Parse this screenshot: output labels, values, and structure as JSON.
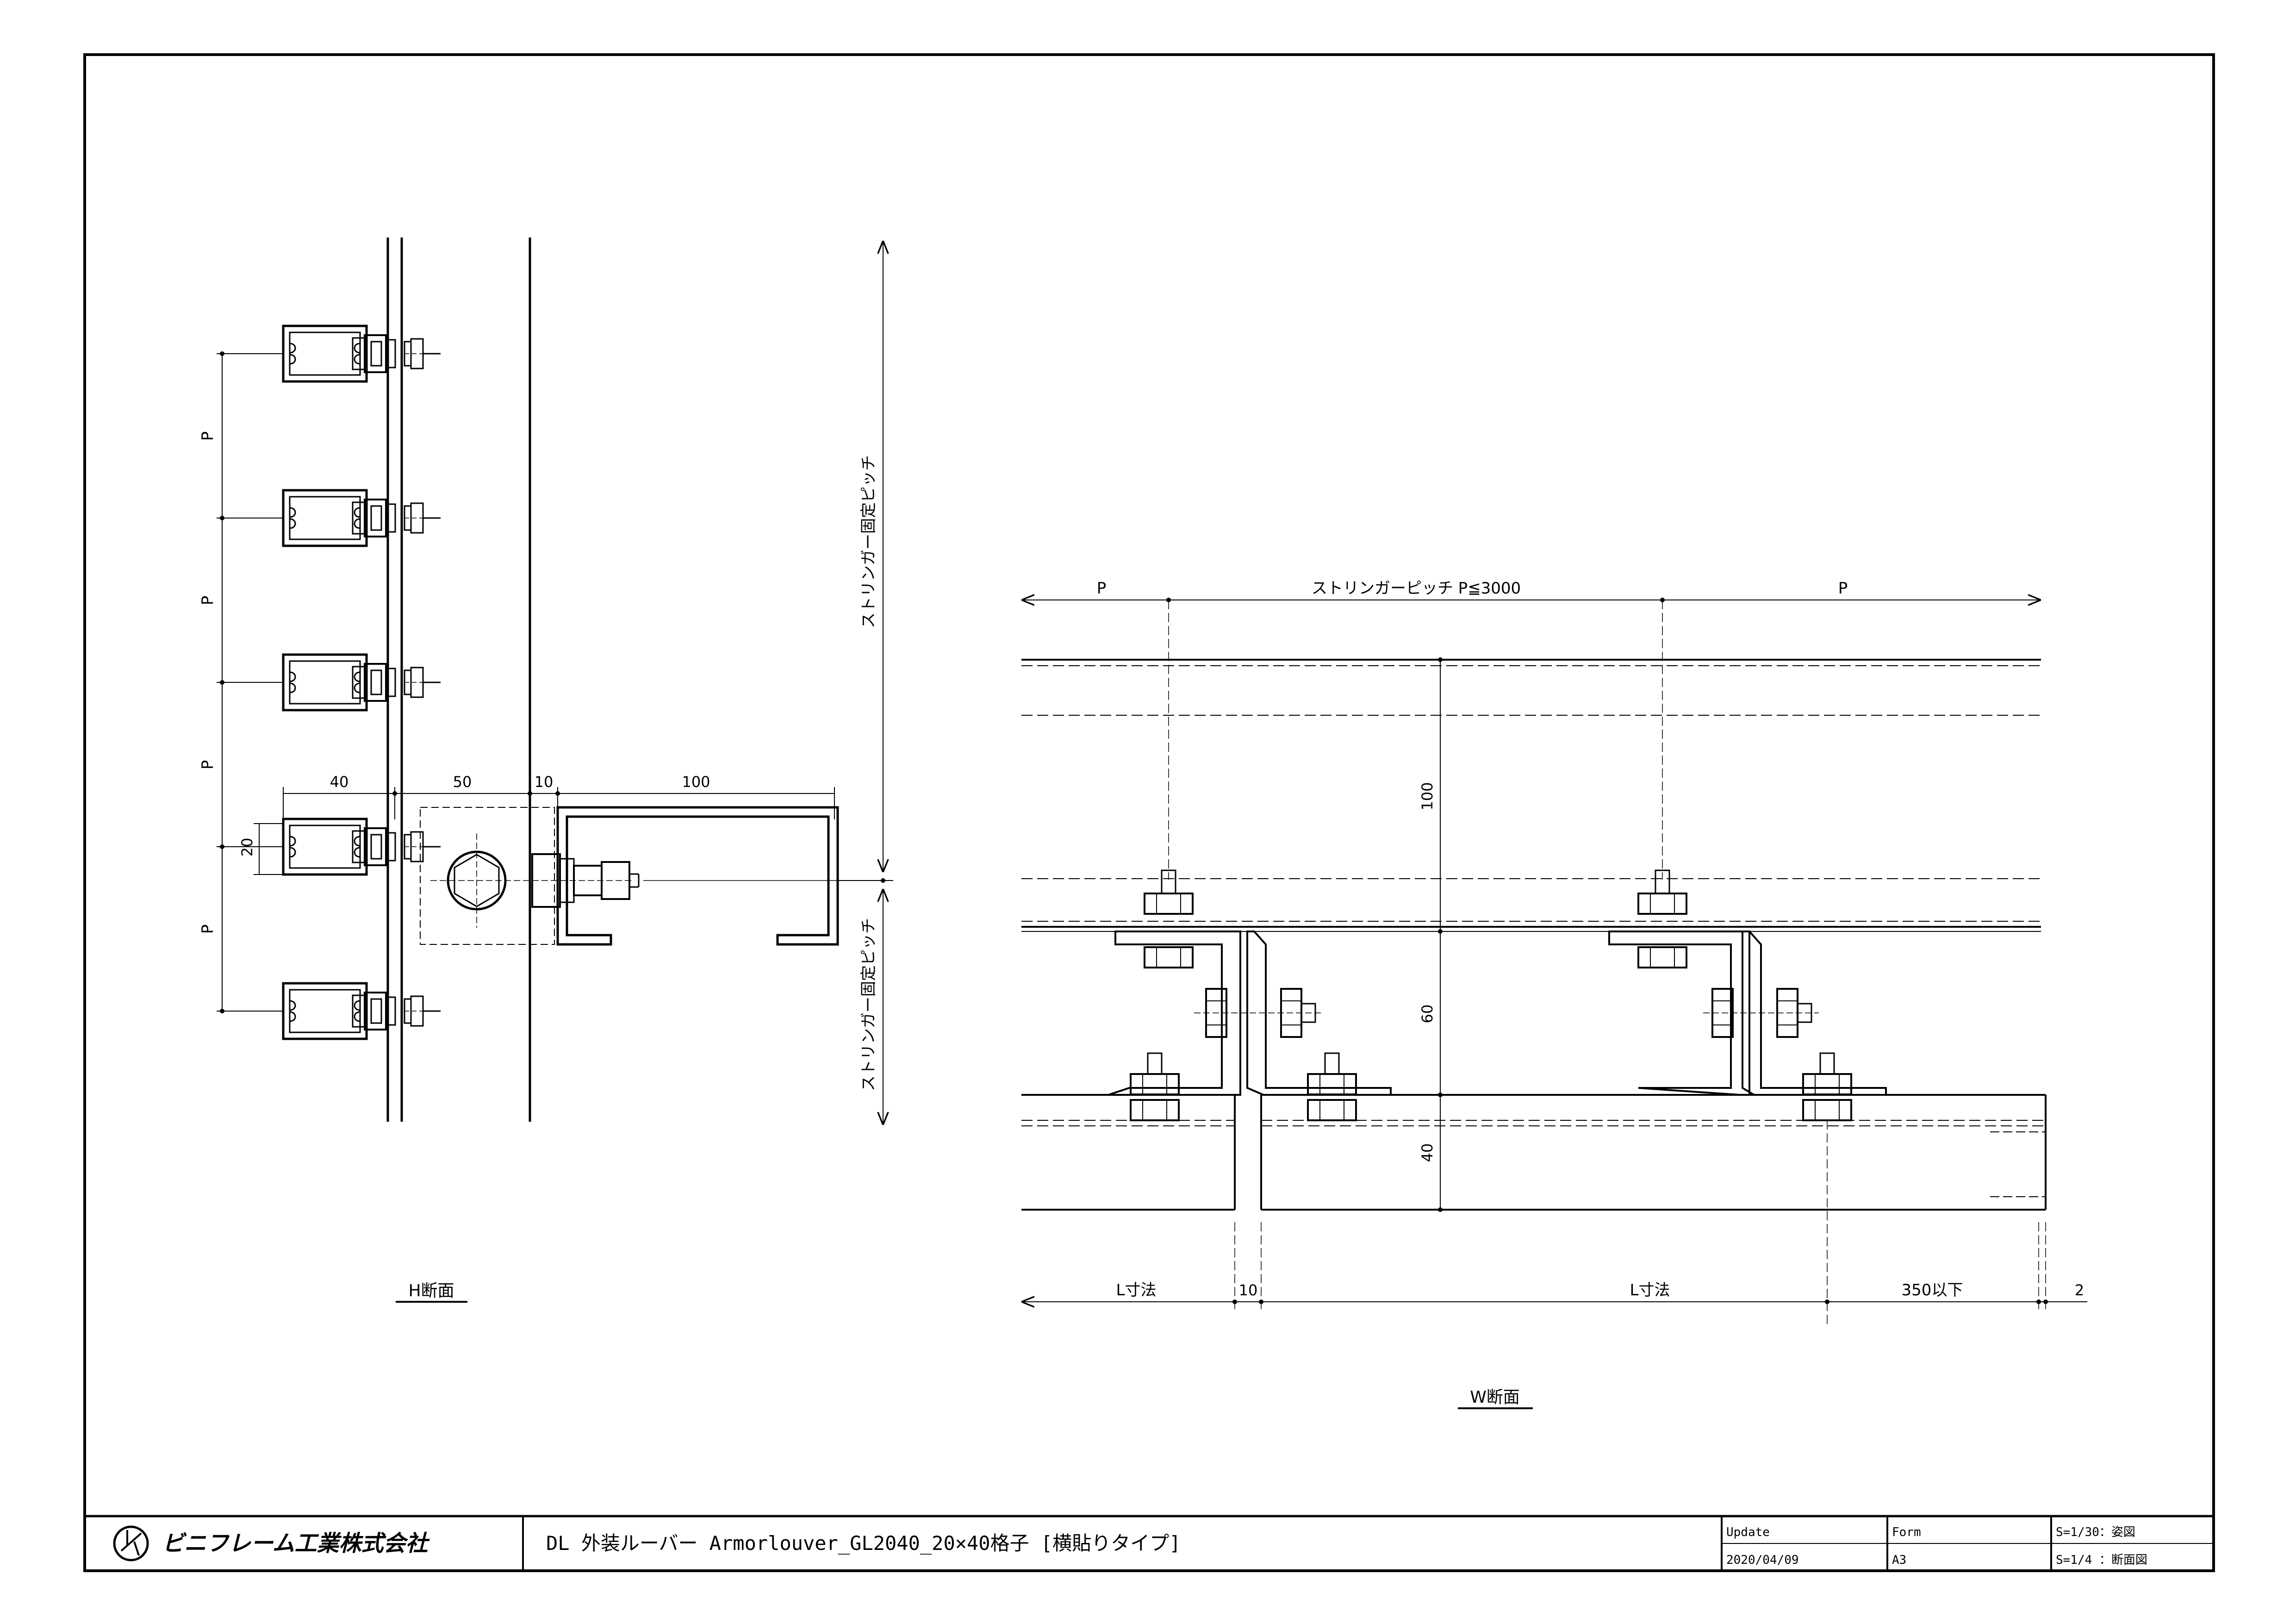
{
  "h_section": {
    "label": "H断面",
    "pitch_labels": [
      "P",
      "P",
      "P",
      "P"
    ],
    "dim_40": "40",
    "dim_50": "50",
    "dim_10": "10",
    "dim_100": "100",
    "dim_20": "20",
    "stringer_pitch_upper": "ストリンガー固定ピッチ",
    "stringer_pitch_lower": "ストリンガー固定ピッチ"
  },
  "w_section": {
    "label": "W断面",
    "top_left_p": "P",
    "top_center": "ストリンガーピッチ P≦3000",
    "top_right_p": "P",
    "dim_100": "100",
    "dim_60": "60",
    "dim_40": "40",
    "bottom_l_left": "L寸法",
    "bottom_10": "10",
    "bottom_l_right": "L寸法",
    "bottom_350": "350以下",
    "bottom_2": "2"
  },
  "title_block": {
    "company": "ビニフレーム工業株式会社",
    "title": "DL 外装ルーバー Armorlouver_GL2040_20×40格子 [横貼りタイプ]",
    "update_label": "Update",
    "update_value": "2020/04/09",
    "form_label": "Form",
    "form_value": "A3",
    "scale_1": "S=1/30：姿図",
    "scale_2": "S=1/4 ：断面図"
  }
}
